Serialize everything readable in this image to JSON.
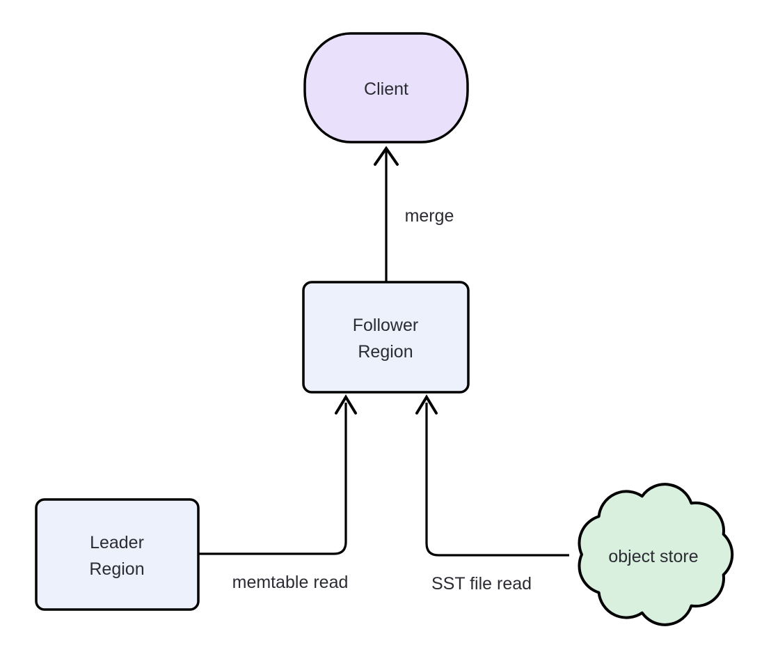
{
  "diagram": {
    "colors": {
      "background": "#ffffff",
      "border": "#000000",
      "text": "#2b2b33"
    },
    "nodes": {
      "client": {
        "label": "Client",
        "shape": "stadium",
        "fill": "#e9e1fb"
      },
      "follower_region": {
        "lines": [
          "Follower",
          "Region"
        ],
        "shape": "rounded-rect",
        "fill": "#edf1fb"
      },
      "leader_region": {
        "lines": [
          "Leader",
          "Region"
        ],
        "shape": "rounded-rect",
        "fill": "#edf1fb"
      },
      "object_store": {
        "label": "object store",
        "shape": "cloud",
        "fill": "#d9f0df"
      }
    },
    "edges": [
      {
        "label": "merge",
        "from": "Follower Region",
        "to": "Client"
      },
      {
        "label": "memtable read",
        "from": "Leader Region",
        "to": "Follower Region"
      },
      {
        "label": "SST file read",
        "from": "object store",
        "to": "Follower Region"
      }
    ]
  }
}
